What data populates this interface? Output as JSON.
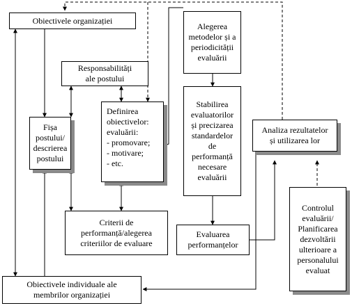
{
  "nodes": {
    "obiective_org": "Obiectivele organizației",
    "responsabilitati": "Responsabilități\nale postului",
    "fisa": "Fișa\npostului/\ndescrierea\npostului",
    "definirea": "Definirea\nobiectivelor:\nevaluării:\n- promovare;\n- motivare;\n- etc.",
    "criterii": "Criterii de\nperformanță/alegerea\ncriteriilor de evaluare",
    "alegerea": "Alegerea\nmetodelor și a\nperiodicității\nevaluării",
    "stabilirea": "Stabilirea\nevaluatorilor\nși precizarea\nstandardelor\nde\nperformanță\nnecesare\nevaluării",
    "evaluarea": "Evaluarea\nperformanțelor",
    "analiza": "Analiza rezultatelor\nși utilizarea lor",
    "controlul": "Controlul\nevaluării/\nPlanificarea\ndezvoltării\nulterioare a\npersonalului\nevaluat",
    "obiective_ind": "Obiectivele individuale ale\nmembrilor organizației"
  }
}
